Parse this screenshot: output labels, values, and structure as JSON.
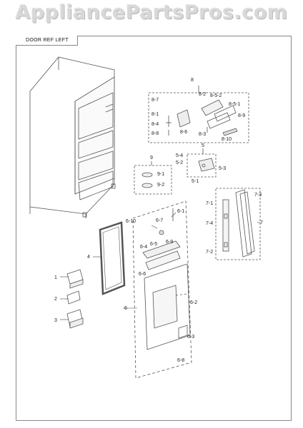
{
  "watermark": "AppliancePartsPros.com",
  "section_title": "DOOR REF LEFT",
  "callouts": {
    "c1": "1",
    "c2": "2",
    "c3": "3",
    "c4": "4",
    "c5": "5",
    "c5_1": "5-1",
    "c5_2": "5-2",
    "c5_3": "5-3",
    "c5_4": "5-4",
    "c6": "6",
    "c6_1": "6-1",
    "c6_2": "6-2",
    "c6_3": "6-3",
    "c6_4": "6-4",
    "c6_5": "6-5",
    "c6_6": "6-6",
    "c6_7": "6-7",
    "c6_8": "6-8",
    "c6_9": "6-9",
    "c6_10": "6-10",
    "c7": "7",
    "c7_1": "7-1",
    "c7_2": "7-2",
    "c7_3": "7-3",
    "c7_4": "7-4",
    "c8": "8",
    "c8_1": "8-1",
    "c8_2": "8-2",
    "c8_3": "8-3",
    "c8_4": "8-4",
    "c8_5_1": "8-5-1",
    "c8_5_2": "8-5-2",
    "c8_6": "8-6",
    "c8_7": "8-7",
    "c8_8": "8-8",
    "c8_9": "8-9",
    "c8_10": "8-10",
    "c9": "9",
    "c9_1": "9-1",
    "c9_2": "9-2"
  }
}
